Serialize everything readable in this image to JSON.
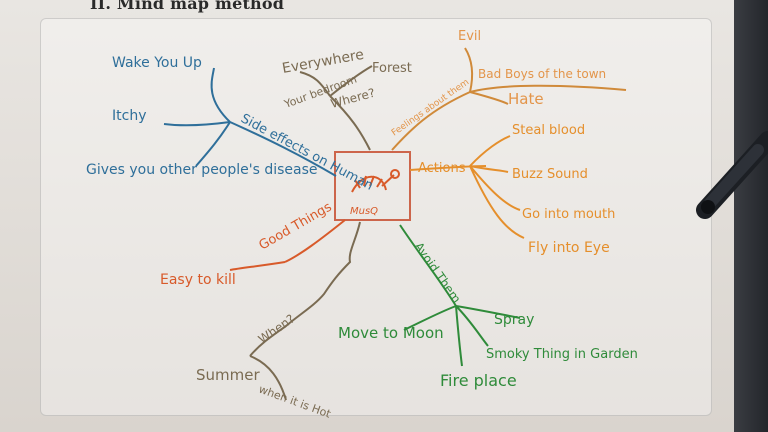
{
  "header": {
    "title": "II. Mind map method"
  },
  "colors": {
    "paper": "#e6e2dd",
    "blue": "#2f6f9a",
    "brown": "#7a6b52",
    "orange": "#e58f2c",
    "red_orange": "#d85a2a",
    "green": "#2f8b3a"
  },
  "mind_map": {
    "center": {
      "label": "MusQ"
    },
    "side_effects": {
      "branch": "Side effects on Human",
      "items": [
        "Wake You Up",
        "Itchy",
        "Gives you other people's disease"
      ]
    },
    "where": {
      "branch": "Where?",
      "items": [
        "Everywhere",
        "Forest",
        "Your bedroom"
      ]
    },
    "feelings": {
      "branch": "Feelings about them",
      "items": [
        "Evil",
        "Bad Boys of the town",
        "Hate"
      ]
    },
    "actions": {
      "branch": "Actions",
      "items": [
        "Steal blood",
        "Buzz Sound",
        "Go into mouth",
        "Fly into Eye"
      ]
    },
    "good_things": {
      "branch": "Good Things",
      "items": [
        "Easy to kill"
      ]
    },
    "when": {
      "branch": "When?",
      "items": [
        "Summer",
        "when it is Hot"
      ]
    },
    "avoid": {
      "branch": "Avoid Them",
      "items": [
        "Spray",
        "Smoky Thing in Garden",
        "Move to Moon",
        "Fire place"
      ]
    }
  }
}
